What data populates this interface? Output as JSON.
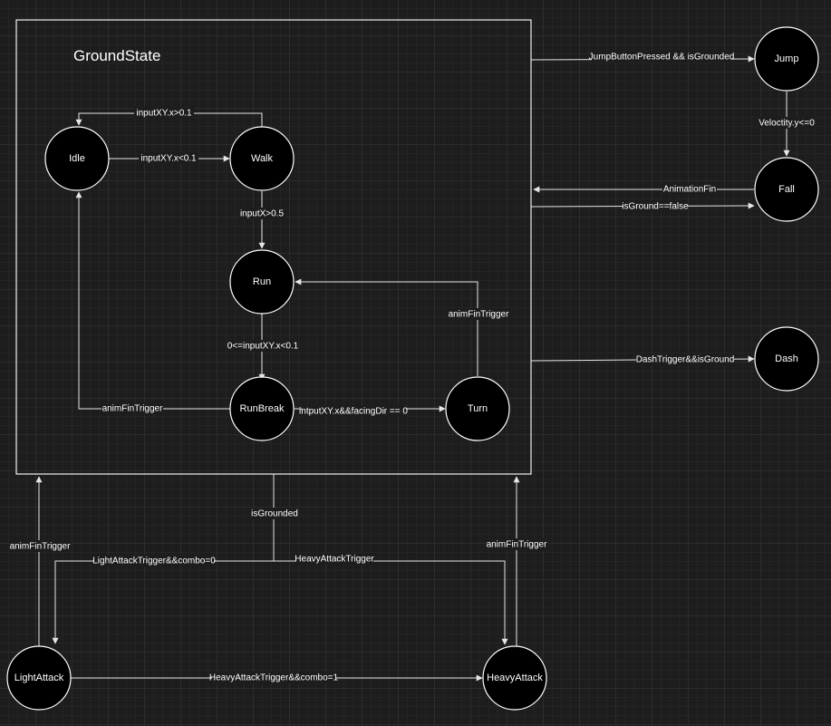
{
  "group": {
    "title": "GroundState"
  },
  "nodes": {
    "idle": "Idle",
    "walk": "Walk",
    "run": "Run",
    "runbreak": "RunBreak",
    "turn": "Turn",
    "jump": "Jump",
    "fall": "Fall",
    "dash": "Dash",
    "lightattack": "LightAttack",
    "heavyattack": "HeavyAttack"
  },
  "edges": {
    "walk_to_idle": "inputXY.x>0.1",
    "idle_to_walk": "inputXY.x<0.1",
    "walk_to_run": "inputX>0.5",
    "run_to_runbreak": "0<=inputXY.x<0.1",
    "runbreak_to_idle": "animFinTrigger",
    "runbreak_to_turn": "intputXY.x&&facingDir == 0",
    "turn_to_run": "animFinTrigger",
    "ground_to_jump": "JumpButtonPressed && isGrounded",
    "jump_to_fall": "Veloctity.y<=0",
    "fall_to_ground": "AnimationFin",
    "ground_to_fall": "isGround==false",
    "ground_to_dash": "DashTrigger&&isGround",
    "ground_to_attacks": "isGrounded",
    "to_lightattack": "LightAttackTrigger&&combo=0",
    "to_heavyattack": "HeavyAttackTrigger",
    "light_to_heavy": "HeavyAttackTrigger&&combo=1",
    "light_to_ground": "animFinTrigger",
    "heavy_to_ground": "animFinTrigger"
  }
}
